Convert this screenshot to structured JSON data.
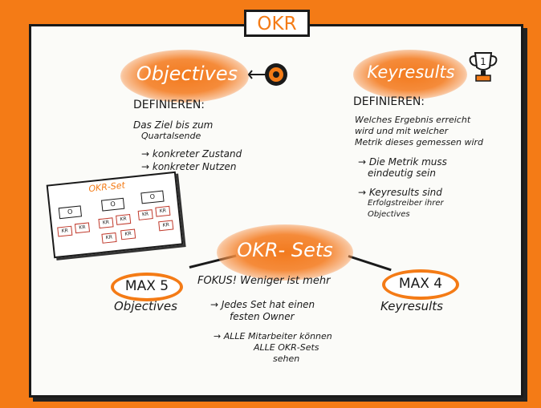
{
  "title": "OKR",
  "objectives": {
    "heading": "Objectives",
    "define": "DEFINIEREN:",
    "line1": "Das Ziel bis zum",
    "line2": "Quartalsende",
    "bullet1": "→ konkreter Zustand",
    "bullet2": "→ konkreter Nutzen"
  },
  "keyresults": {
    "heading": "Keyresults",
    "define": "DEFINIEREN:",
    "line1": "Welches Ergebnis erreicht",
    "line2": "wird und mit welcher",
    "line3": "Metrik dieses gemessen wird",
    "bullet1a": "→ Die Metrik muss",
    "bullet1b": "eindeutig sein",
    "bullet2a": "→ Keyresults sind",
    "bullet2b": "Erfolgstreiber ihrer",
    "bullet2c": "Objectives"
  },
  "okr_set_card": {
    "title": "OKR-Set",
    "objective_label": "O",
    "kr_label": "KR"
  },
  "sets": {
    "heading": "OKR- Sets",
    "max_objectives": "MAX 5",
    "objectives_label": "Objectives",
    "max_keyresults": "MAX 4",
    "keyresults_label": "Keyresults",
    "focus": "FOKUS! Weniger ist mehr",
    "bullet1a": "→ Jedes Set hat einen",
    "bullet1b": "festen Owner",
    "bullet2a": "→ ALLE Mitarbeiter können",
    "bullet2b": "ALLE OKR-Sets",
    "bullet2c": "sehen"
  },
  "trophy_number": "1"
}
